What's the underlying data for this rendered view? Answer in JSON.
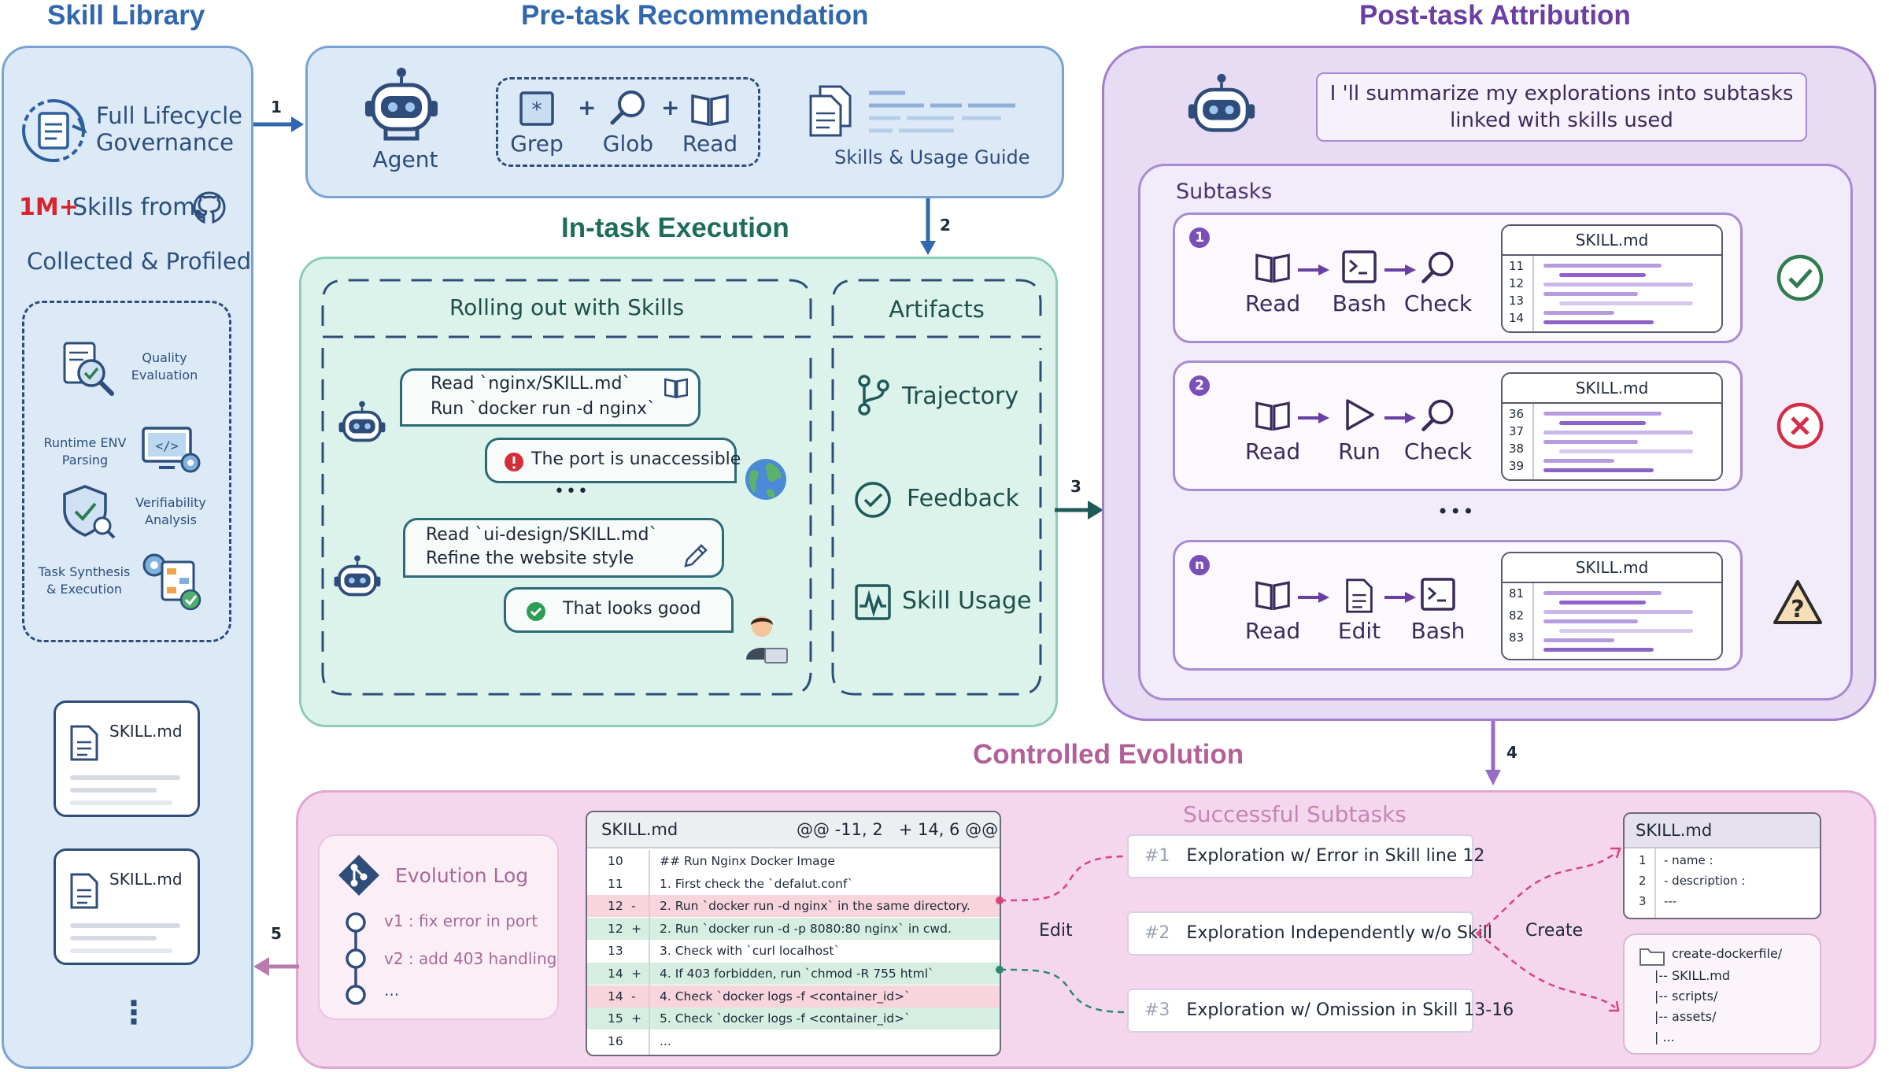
{
  "titles": {
    "skill_library": "Skill Library",
    "pre_task": "Pre-task Recommendation",
    "in_task": "In-task Execution",
    "post_task": "Post-task Attribution",
    "evolution": "Controlled Evolution"
  },
  "arrows": {
    "a1": "1",
    "a2": "2",
    "a3": "3",
    "a4": "4",
    "a5": "5"
  },
  "library": {
    "governance": [
      "Full Lifecycle",
      "Governance"
    ],
    "count": "1M+",
    "skills_from": "Skills from",
    "collected": "Collected & Profiled",
    "profiling": [
      {
        "label": [
          "Quality",
          "Evaluation"
        ],
        "icon": "magnifier-check-icon"
      },
      {
        "label": [
          "Runtime ENV",
          "Parsing"
        ],
        "icon": "code-monitor-icon"
      },
      {
        "label": [
          "Verifiability",
          "Analysis"
        ],
        "icon": "shield-check-icon"
      },
      {
        "label": [
          "Task Synthesis",
          "& Execution"
        ],
        "icon": "workflow-icon"
      }
    ],
    "cards": [
      "SKILL.md",
      "SKILL.md"
    ],
    "more": "⋮"
  },
  "pretask": {
    "agent": "Agent",
    "tools": [
      "Grep",
      "Glob",
      "Read"
    ],
    "plus": "+",
    "guide": "Skills & Usage Guide"
  },
  "intask": {
    "rolling": "Rolling out with Skills",
    "artifacts_title": "Artifacts",
    "chat": [
      {
        "lines": [
          "Read `nginx/SKILL.md`",
          "Run `docker run -d nginx`"
        ]
      },
      {
        "lines": [
          "The port is unaccessible"
        ]
      },
      {
        "lines": [
          "Read `ui-design/SKILL.md`",
          "Refine the website style"
        ]
      },
      {
        "lines": [
          "That looks good"
        ]
      }
    ],
    "ellipsis": "•••",
    "artifacts": [
      "Trajectory",
      "Feedback",
      "Skill Usage"
    ]
  },
  "posttask": {
    "speech": [
      "I 'll summarize my explorations into subtasks",
      "linked with skills used"
    ],
    "subtasks_label": "Subtasks",
    "skill_file": "SKILL.md",
    "items": [
      {
        "num": "1",
        "steps": [
          "Read",
          "Bash",
          "Check"
        ],
        "lines": [
          "11",
          "12",
          "13",
          "14"
        ],
        "status": "success"
      },
      {
        "num": "2",
        "steps": [
          "Read",
          "Run",
          "Check"
        ],
        "lines": [
          "36",
          "37",
          "38",
          "39"
        ],
        "status": "failure"
      },
      {
        "num": "n",
        "steps": [
          "Read",
          "Edit",
          "Bash"
        ],
        "lines": [
          "81",
          "82",
          "83"
        ],
        "status": "warning"
      }
    ],
    "ellipsis": "•••"
  },
  "evolution": {
    "log_title": "Evolution Log",
    "log_items": [
      "v1 : fix error in port",
      "v2 : add 403 handling",
      "..."
    ],
    "diff": {
      "file": "SKILL.md",
      "hunk": "@@ -11, 2   + 14, 6 @@",
      "rows": [
        {
          "n": "10",
          "m": "",
          "text": "## Run Nginx Docker Image",
          "type": "ctx"
        },
        {
          "n": "11",
          "m": "",
          "text": "1. First check the `defalut.conf`",
          "type": "ctx"
        },
        {
          "n": "12",
          "m": "-",
          "text": "2. Run `docker run -d nginx` in the same directory.",
          "type": "del"
        },
        {
          "n": "12",
          "m": "+",
          "text": "2. Run `docker run -d -p 8080:80 nginx` in cwd.",
          "type": "add"
        },
        {
          "n": "13",
          "m": "",
          "text": "3. Check with `curl localhost`",
          "type": "ctx"
        },
        {
          "n": "14",
          "m": "+",
          "text": "4. If 403 forbidden, run `chmod -R 755 html`",
          "type": "add"
        },
        {
          "n": "14",
          "m": "-",
          "text": "4. Check `docker logs -f <container_id>`",
          "type": "del"
        },
        {
          "n": "15",
          "m": "+",
          "text": "5. Check `docker logs -f <container_id>`",
          "type": "add"
        },
        {
          "n": "16",
          "m": "",
          "text": "...",
          "type": "ctx"
        }
      ]
    },
    "edit_label": "Edit",
    "successful_title": "Successful Subtasks",
    "successful": [
      {
        "id": "#1",
        "text": "Exploration w/ Error in Skill line 12"
      },
      {
        "id": "#2",
        "text": "Exploration Independently w/o Skill"
      },
      {
        "id": "#3",
        "text": "Exploration w/ Omission in Skill 13-16"
      }
    ],
    "create_label": "Create",
    "new_skill": {
      "file": "SKILL.md",
      "rows": [
        {
          "n": "1",
          "text": "- name :"
        },
        {
          "n": "2",
          "text": "- description :"
        },
        {
          "n": "3",
          "text": "---"
        }
      ]
    },
    "tree": [
      "create-dockerfile/",
      "|-- SKILL.md",
      "|-- scripts/",
      "|-- assets/",
      "| ..."
    ]
  },
  "colors": {
    "blue_panel": "#dce9f7",
    "green_panel": "#dcf3ec",
    "purple_panel": "#e7dcf3",
    "pink_panel": "#f5d7ed",
    "success": "#2e7d4f",
    "failure": "#d32f4a",
    "warning": "#a7641a"
  }
}
